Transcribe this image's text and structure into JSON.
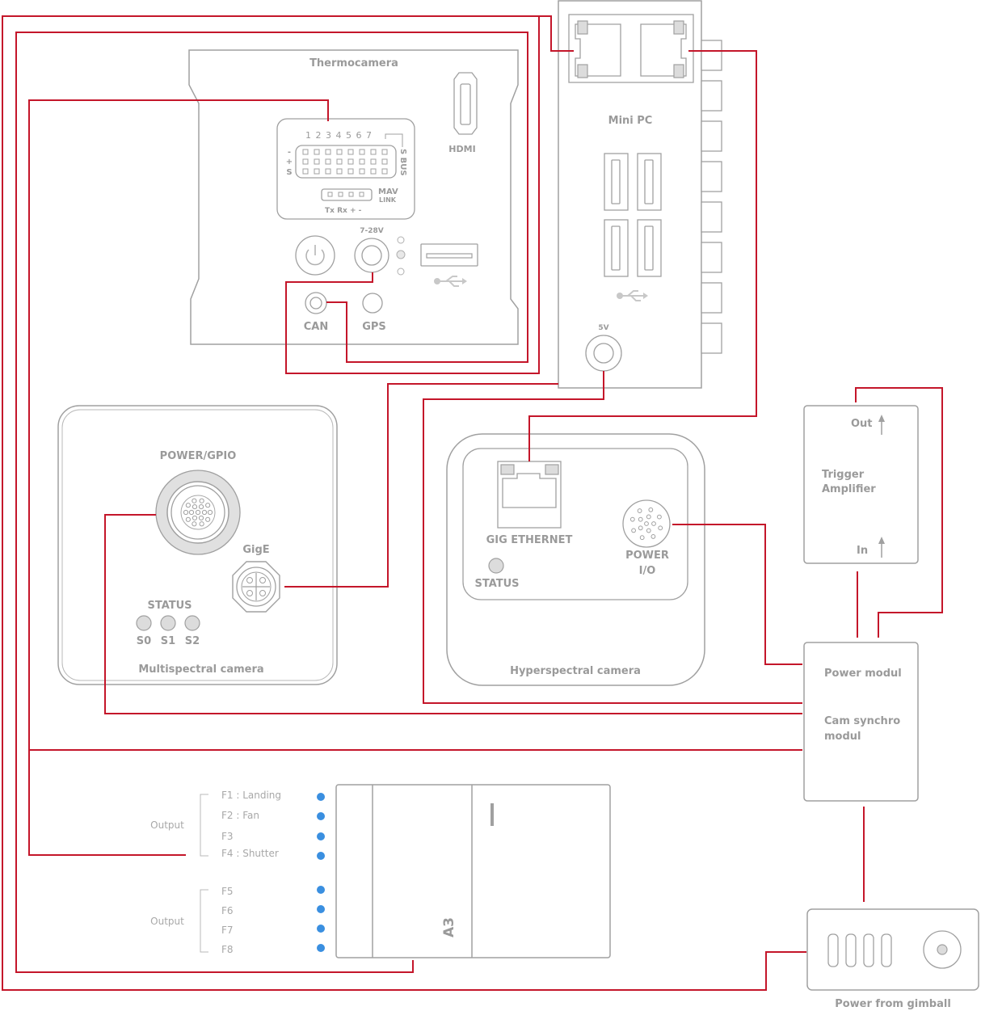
{
  "thermocamera": {
    "title": "Thermocamera",
    "pin_numbers": "1 2 3 4 5 6 7",
    "left_labels": [
      "-",
      "+",
      "S"
    ],
    "sbus": "S BUS",
    "mav": "MAV",
    "link": "LINK",
    "txrx": "Tx Rx + -",
    "hdmi": "HDMI",
    "voltage": "7-28V",
    "can": "CAN",
    "gps": "GPS"
  },
  "minipc": {
    "title": "Mini PC",
    "voltage": "5V"
  },
  "multispectral": {
    "title": "Multispectral camera",
    "power_gpio": "POWER/GPIO",
    "gige": "GigE",
    "status": "STATUS",
    "leds": [
      "S0",
      "S1",
      "S2"
    ]
  },
  "hyperspectral": {
    "title": "Hyperspectral camera",
    "gig_ethernet": "GIG ETHERNET",
    "status": "STATUS",
    "power": "POWER",
    "io": "I/O"
  },
  "trigger": {
    "out": "Out",
    "line1": "Trigger",
    "line2": "Amplifier",
    "in": "In"
  },
  "power_modul": {
    "line1": "Power modul",
    "line2": "Cam synchro",
    "line3": "modul"
  },
  "a3": {
    "label": "A3",
    "outputs_top": {
      "label": "Output",
      "items": [
        "F1 : Landing",
        "F2 : Fan",
        "F3",
        "F4 : Shutter"
      ]
    },
    "outputs_bottom": {
      "label": "Output",
      "items": [
        "F5",
        "F6",
        "F7",
        "F8"
      ]
    }
  },
  "gimbal": {
    "title": "Power from gimball"
  },
  "colors": {
    "wire": "#c4162a",
    "outline": "#a0a0a0",
    "led": "#3a8fe0"
  }
}
